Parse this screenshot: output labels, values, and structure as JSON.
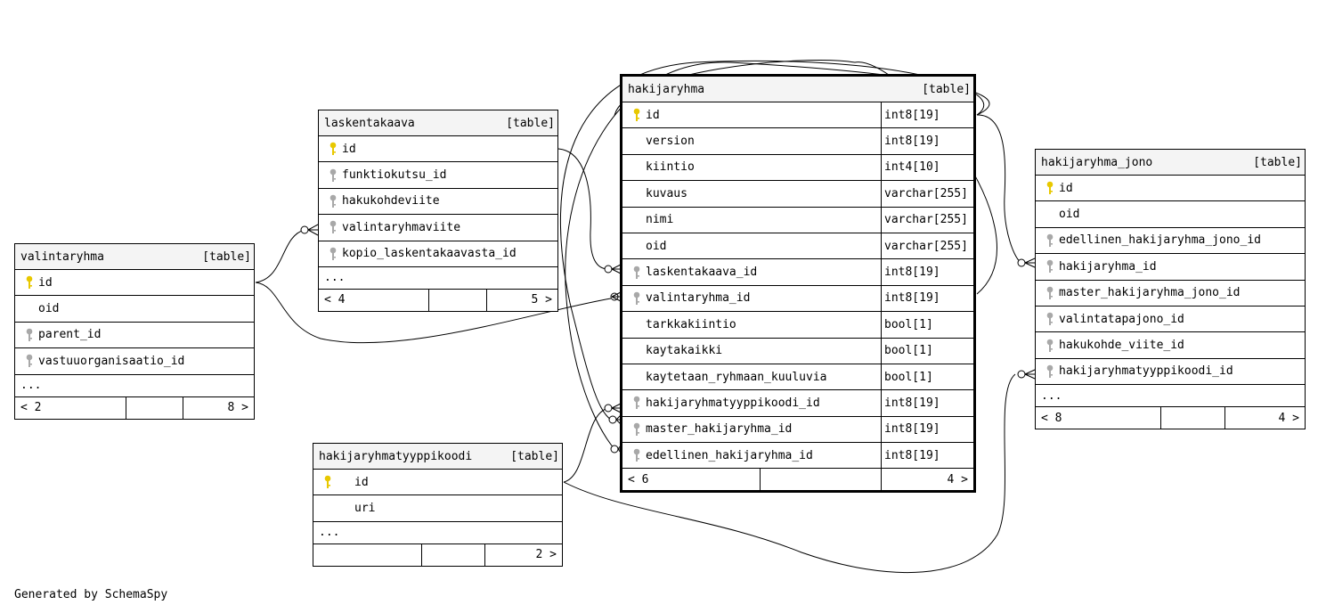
{
  "generated_by": "Generated by SchemaSpy",
  "icons": {
    "primary_key": "key-icon-gold",
    "foreign_key": "key-icon-gray"
  },
  "colors": {
    "pk_key": "#e8c800",
    "fk_key": "#a8a8a8",
    "header_bg": "#f4f4f4"
  },
  "tables": {
    "valintaryhma": {
      "name": "valintaryhma",
      "kind": "[table]",
      "columns": [
        {
          "name": "id",
          "key": "pk"
        },
        {
          "name": "oid",
          "key": ""
        },
        {
          "name": "parent_id",
          "key": "fk"
        },
        {
          "name": "vastuuorganisaatio_id",
          "key": "fk"
        }
      ],
      "more": "...",
      "footer": {
        "left": "< 2",
        "right": "8 >"
      }
    },
    "laskentakaava": {
      "name": "laskentakaava",
      "kind": "[table]",
      "columns": [
        {
          "name": "id",
          "key": "pk"
        },
        {
          "name": "funktiokutsu_id",
          "key": "fk"
        },
        {
          "name": "hakukohdeviite",
          "key": "fk"
        },
        {
          "name": "valintaryhmaviite",
          "key": "fk"
        },
        {
          "name": "kopio_laskentakaavasta_id",
          "key": "fk"
        }
      ],
      "more": "...",
      "footer": {
        "left": "< 4",
        "right": "5 >"
      }
    },
    "hakijaryhma": {
      "name": "hakijaryhma",
      "kind": "[table]",
      "columns": [
        {
          "name": "id",
          "key": "pk",
          "type": "int8[19]"
        },
        {
          "name": "version",
          "key": "",
          "type": "int8[19]"
        },
        {
          "name": "kiintio",
          "key": "",
          "type": "int4[10]"
        },
        {
          "name": "kuvaus",
          "key": "",
          "type": "varchar[255]"
        },
        {
          "name": "nimi",
          "key": "",
          "type": "varchar[255]"
        },
        {
          "name": "oid",
          "key": "",
          "type": "varchar[255]"
        },
        {
          "name": "laskentakaava_id",
          "key": "fk",
          "type": "int8[19]"
        },
        {
          "name": "valintaryhma_id",
          "key": "fk",
          "type": "int8[19]"
        },
        {
          "name": "tarkkakiintio",
          "key": "",
          "type": "bool[1]"
        },
        {
          "name": "kaytakaikki",
          "key": "",
          "type": "bool[1]"
        },
        {
          "name": "kaytetaan_ryhmaan_kuuluvia",
          "key": "",
          "type": "bool[1]"
        },
        {
          "name": "hakijaryhmatyyppikoodi_id",
          "key": "fk",
          "type": "int8[19]"
        },
        {
          "name": "master_hakijaryhma_id",
          "key": "fk",
          "type": "int8[19]"
        },
        {
          "name": "edellinen_hakijaryhma_id",
          "key": "fk",
          "type": "int8[19]"
        }
      ],
      "footer": {
        "left": "< 6",
        "right": "4 >"
      }
    },
    "hakijaryhma_jono": {
      "name": "hakijaryhma_jono",
      "kind": "[table]",
      "columns": [
        {
          "name": "id",
          "key": "pk"
        },
        {
          "name": "oid",
          "key": ""
        },
        {
          "name": "edellinen_hakijaryhma_jono_id",
          "key": "fk"
        },
        {
          "name": "hakijaryhma_id",
          "key": "fk"
        },
        {
          "name": "master_hakijaryhma_jono_id",
          "key": "fk"
        },
        {
          "name": "valintatapajono_id",
          "key": "fk"
        },
        {
          "name": "hakukohde_viite_id",
          "key": "fk"
        },
        {
          "name": "hakijaryhmatyyppikoodi_id",
          "key": "fk"
        }
      ],
      "more": "...",
      "footer": {
        "left": "< 8",
        "right": "4 >"
      }
    },
    "hakijaryhmatyyppikoodi": {
      "name": "hakijaryhmatyyppikoodi",
      "kind": "[table]",
      "columns": [
        {
          "name": "id",
          "key": "pk"
        },
        {
          "name": "uri",
          "key": ""
        }
      ],
      "more": "...",
      "footer": {
        "left": "",
        "right": "2 >"
      }
    }
  }
}
